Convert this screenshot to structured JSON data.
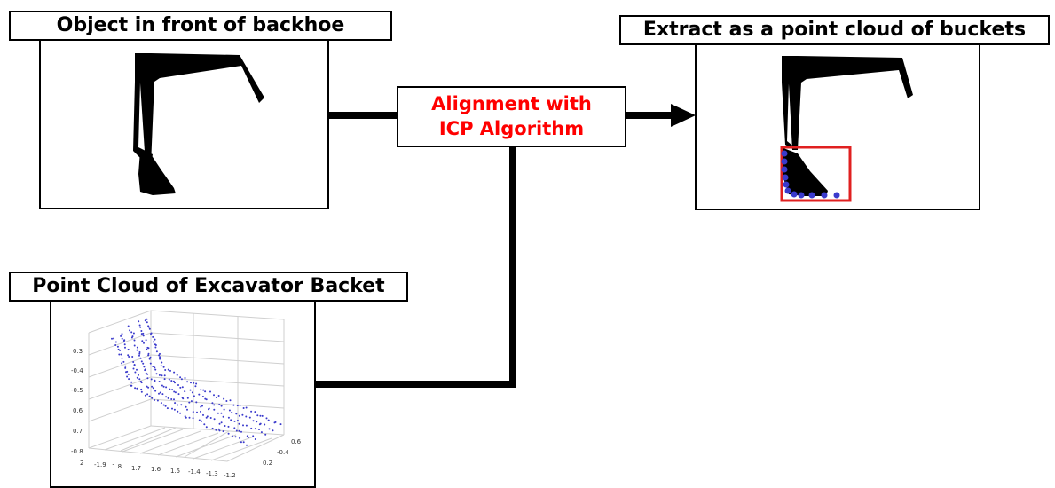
{
  "titles": {
    "object": "Object in front of backhoe",
    "extract": "Extract as a point cloud of buckets",
    "point_cloud": "Point Cloud of Excavator Backet"
  },
  "algorithm": {
    "line1": "Alignment with",
    "line2": "ICP Algorithm"
  },
  "plot": {
    "z_ticks": [
      "0.3",
      "-0.4",
      "-0.5",
      "0.6",
      "0.7",
      "-0.8"
    ],
    "x_ticks": [
      "2",
      "-1.9",
      "1.8",
      "1.7",
      "1.6",
      "1.5",
      "-1.4",
      "-1.3",
      "-1.2"
    ],
    "y_ticks": [
      "0.6",
      "-0.4",
      "0.2"
    ]
  },
  "colors": {
    "algorithm_text": "#ff0000",
    "highlight_box": "#e02020",
    "points": "#3a3acc"
  }
}
